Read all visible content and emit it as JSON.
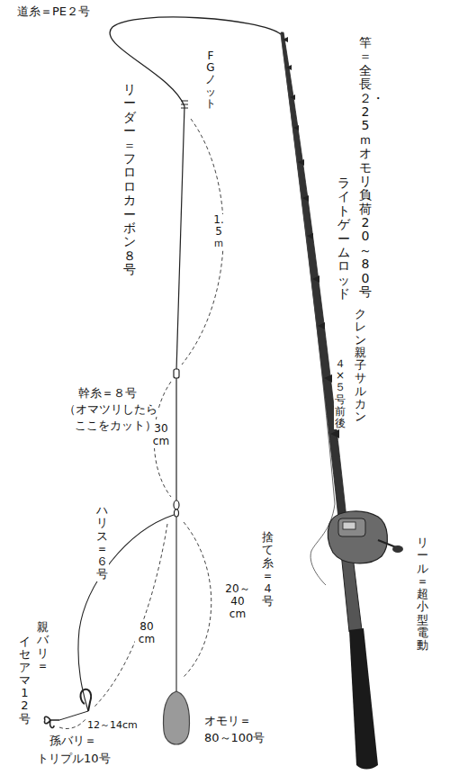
{
  "diagram": {
    "labels": [
      "道糸＝PE２号",
      "FGノット",
      "リーダー＝フロロカーボン８号",
      "1.5ｍ",
      "竿＝全長２・25ｍ オモリ負荷20～80号",
      "ライトゲームロッド",
      "クレン親子サルカン",
      "４×５号前後",
      "幹糸＝８号",
      "（オマツリしたら",
      "ここをカット）",
      "30 cm",
      "ハリス＝６号",
      "80 cm",
      "捨て糸＝４号",
      "20～40 cm",
      "親バリ＝",
      "イセアマ12号",
      "12～14cm",
      "孫バリ＝",
      "トリプル10号",
      "オモリ＝",
      "80～100号",
      "リール＝超小型電動"
    ]
  }
}
